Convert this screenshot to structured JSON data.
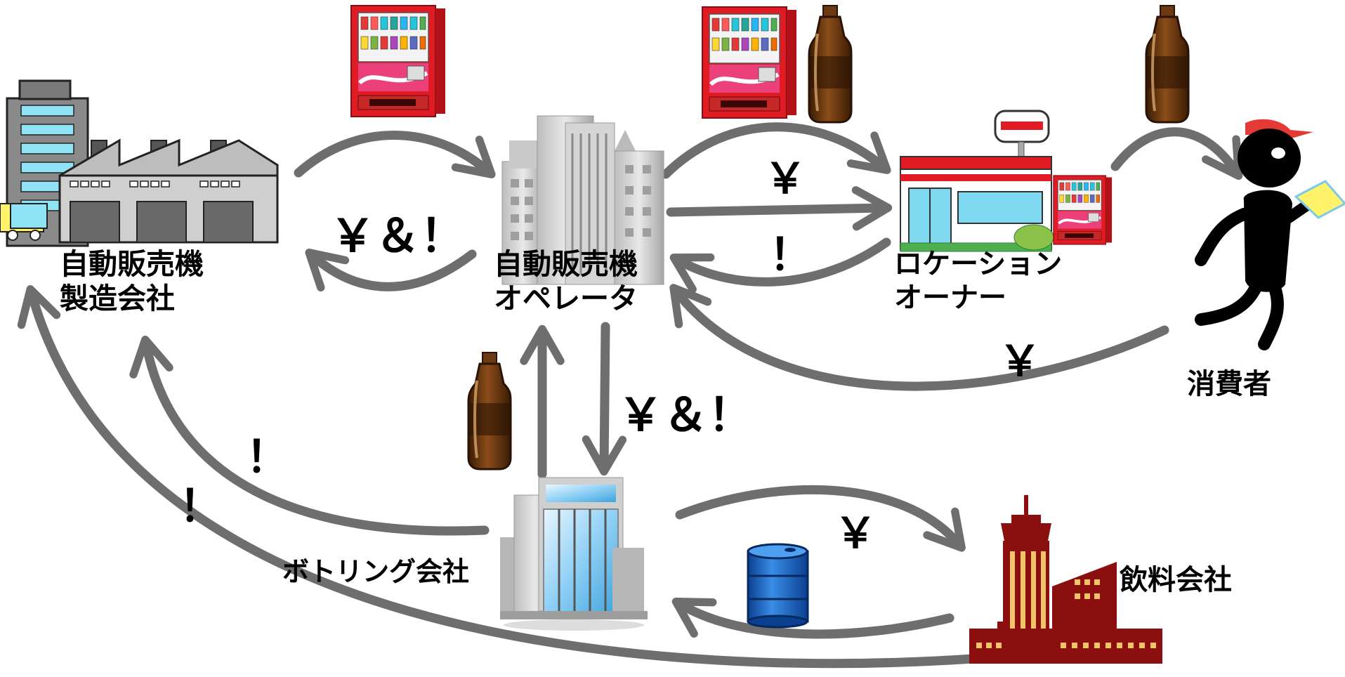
{
  "nodes": {
    "manufacturer": {
      "line1": "自動販売機",
      "line2": "製造会社"
    },
    "operator": {
      "line1": "自動販売機",
      "line2": "オペレータ"
    },
    "location_owner": {
      "line1": "ロケーション",
      "line2": "オーナー"
    },
    "consumer": {
      "label": "消費者"
    },
    "bottler": {
      "label": "ボトリング会社"
    },
    "beverage": {
      "label": "飲料会社"
    }
  },
  "flows": {
    "operator_to_manufacturer": "￥＆！",
    "operator_to_location": "￥",
    "location_to_operator": "！",
    "consumer_to_operator": "￥",
    "bottler_to_operator": "￥＆！",
    "bottler_to_manufacturer": "！",
    "beverage_to_manufacturer": "！",
    "bottler_to_beverage": "￥"
  },
  "icons": {
    "factory": "factory-icon",
    "office": "office-building-icon",
    "store": "convenience-store-icon",
    "runner": "runner-drinking-icon",
    "glass_building": "glass-office-icon",
    "tower": "company-tower-icon",
    "vending": "vending-machine-icon",
    "bottle": "pet-bottle-icon",
    "drum": "syrup-drum-icon"
  },
  "colors": {
    "arrow": "#6e6e6e",
    "vending_red": "#e01b24",
    "bottle_brown": "#6b3a12",
    "tower_maroon": "#8b0f0f",
    "drum_blue": "#1e63c6",
    "cap_red": "#e53935"
  }
}
